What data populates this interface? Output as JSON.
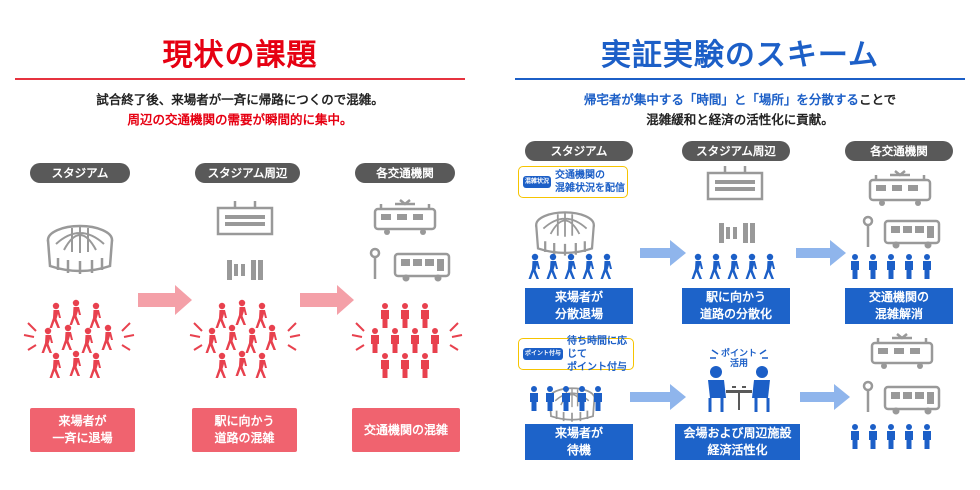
{
  "left": {
    "title": "現状の課題",
    "desc_line1": "試合終了後、来場者が一斉に帰路につくので混雑。",
    "desc_line2": "周辺の交通機関の需要が瞬間的に集中。",
    "columns": [
      {
        "label": "スタジアム",
        "box": [
          "来場者が",
          "一斉に退場"
        ]
      },
      {
        "label": "スタジアム周辺",
        "box": [
          "駅に向かう",
          "道路の混雑"
        ]
      },
      {
        "label": "各交通機関",
        "box": [
          "交通機関の混雑"
        ]
      }
    ]
  },
  "right": {
    "title": "実証実験のスキーム",
    "desc_line1_pre": "帰宅者が集中する「時間」と「場所」を分散する",
    "desc_line1_post": "ことで",
    "desc_line2": "混雑緩和と経済の活性化に貢献。",
    "columns": [
      {
        "label": "スタジアム"
      },
      {
        "label": "スタジアム周辺"
      },
      {
        "label": "各交通機関"
      }
    ],
    "callout1": {
      "badge": "混雑状況",
      "line1": "交通機関の",
      "line2": "混雑状況を配信"
    },
    "callout2": {
      "badge": "ポイント付与",
      "line1": "待ち時間に応じて",
      "line2": "ポイント付与"
    },
    "top_boxes": [
      [
        "来場者が",
        "分散退場"
      ],
      [
        "駅に向かう",
        "道路の分散化"
      ],
      [
        "交通機関の",
        "混雑解消"
      ]
    ],
    "bottom_boxes": [
      [
        "来場者が",
        "待機"
      ],
      [
        "会場および周辺施設",
        "経済活性化"
      ]
    ],
    "point_label1": "ポイント",
    "point_label2": "活用"
  },
  "colors": {
    "red": "#e60012",
    "blue": "#1c5fc7",
    "pink": "#f0636f",
    "gray": "#999999",
    "dark_gray": "#595959"
  }
}
